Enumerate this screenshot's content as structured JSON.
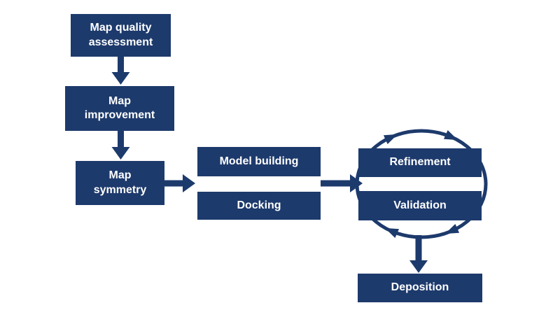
{
  "colors": {
    "primary": "#1d3a6c",
    "box_text": "#ffffff",
    "background": "#ffffff"
  },
  "diagram": {
    "type": "flowchart",
    "nodes": [
      {
        "id": "map-quality",
        "label": "Map quality assessment"
      },
      {
        "id": "map-improvement",
        "label": "Map improvement"
      },
      {
        "id": "map-symmetry",
        "label": "Map symmetry"
      },
      {
        "id": "model-building",
        "label": "Model building"
      },
      {
        "id": "docking",
        "label": "Docking"
      },
      {
        "id": "refinement",
        "label": "Refinement"
      },
      {
        "id": "validation",
        "label": "Validation"
      },
      {
        "id": "deposition",
        "label": "Deposition"
      }
    ],
    "edges": [
      {
        "from": "Map quality assessment",
        "to": "Map improvement",
        "direction": "down"
      },
      {
        "from": "Map improvement",
        "to": "Map symmetry",
        "direction": "down"
      },
      {
        "from": "Map symmetry",
        "to": "Model building / Docking",
        "direction": "right"
      },
      {
        "from": "Model building / Docking",
        "to": "Refinement / Validation",
        "direction": "right"
      },
      {
        "from": "Refinement / Validation",
        "to": "Deposition",
        "direction": "down"
      }
    ],
    "cycle": {
      "between": [
        "Refinement",
        "Validation"
      ],
      "direction": "clockwise",
      "arrowheads": 4
    }
  }
}
